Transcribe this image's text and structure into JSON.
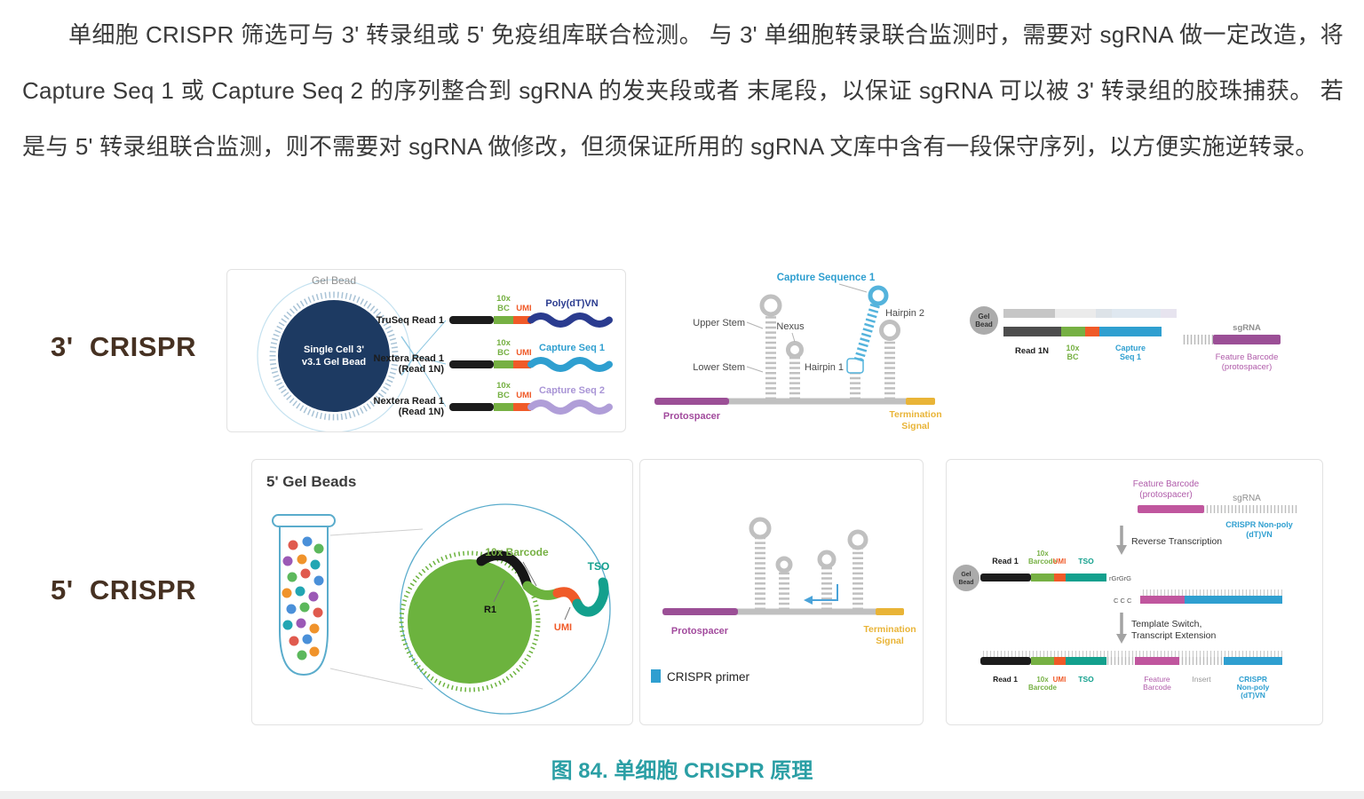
{
  "colors": {
    "accent_green": "#76b043",
    "accent_red": "#f05a28",
    "accent_blue": "#2f9fd0",
    "accent_navy": "#2a3b8f",
    "accent_purple": "#9b4f96",
    "accent_magenta": "#c0569e",
    "accent_lavender": "#a995d6",
    "accent_teal": "#13a08d",
    "accent_yellow": "#e9b437",
    "row_label_brown": "#463122",
    "caption_teal": "#2b9fa5"
  },
  "intro": {
    "paragraph": "单细胞 CRISPR 筛选可与 3' 转录组或 5' 免疫组库联合检测。 与 3' 单细胞转录联合监测时，需要对 sgRNA 做一定改造，将 Capture Seq 1 或 Capture Seq 2 的序列整合到 sgRNA 的发夹段或者 末尾段，以保证 sgRNA 可以被 3' 转录组的胶珠捕获。 若是与 5' 转录组联合监测，则不需要对 sgRNA 做修改，但须保证所用的 sgRNA 文库中含有一段保守序列，以方便实施逆转录。"
  },
  "caption": {
    "text": "图 84. 单细胞 CRISPR 原理"
  },
  "three_prime": {
    "row_label": "3'  CRISPR",
    "gel_panel": {
      "title": "Gel Bead",
      "bead_line1": "Single Cell 3'",
      "bead_line2": "v3.1 Gel Bead",
      "rows": [
        {
          "name_line1": "TruSeq Read 1",
          "name_line2": "",
          "bc_line1": "10x",
          "bc_line2": "BC",
          "umi": "UMI",
          "tail": "Poly(dT)VN"
        },
        {
          "name_line1": "Nextera Read 1",
          "name_line2": "(Read 1N)",
          "bc_line1": "10x",
          "bc_line2": "BC",
          "umi": "UMI",
          "tail": "Capture Seq 1"
        },
        {
          "name_line1": "Nextera Read 1",
          "name_line2": "(Read 1N)",
          "bc_line1": "10x",
          "bc_line2": "BC",
          "umi": "UMI",
          "tail": "Capture Seq 2"
        }
      ]
    },
    "structure_panel": {
      "capture_sequence": "Capture Sequence 1",
      "upper_stem": "Upper Stem",
      "lower_stem": "Lower Stem",
      "nexus": "Nexus",
      "hairpin1": "Hairpin 1",
      "hairpin2": "Hairpin 2",
      "protospacer": "Protospacer",
      "termination_line1": "Termination",
      "termination_line2": "Signal"
    },
    "capture_panel": {
      "bead_line1": "Gel",
      "bead_line2": "Bead",
      "read": "Read 1N",
      "bc_line1": "10x",
      "bc_line2": "BC",
      "capture_line1": "Capture",
      "capture_line2": "Seq 1",
      "sgrna": "sgRNA",
      "feature_line1": "Feature Barcode",
      "feature_line2": "(protospacer)"
    }
  },
  "five_prime": {
    "row_label": "5'  CRISPR",
    "beads_panel": {
      "title": "5' Gel Beads",
      "barcode": "10x Barcode",
      "tso": "TSO",
      "r1": "R1",
      "umi": "UMI"
    },
    "structure_panel": {
      "protospacer": "Protospacer",
      "termination_line1": "Termination",
      "termination_line2": "Signal",
      "legend": "CRISPR primer"
    },
    "workflow_panel": {
      "feature_line1": "Feature Barcode",
      "feature_line2": "(protospacer)",
      "sgrna": "sgRNA",
      "nonpoly_line1": "CRISPR Non-poly",
      "nonpoly_line2": "(dT)VN",
      "step1": "Reverse Transcription",
      "bead_line1": "Gel",
      "bead_line2": "Bead",
      "read1": "Read 1",
      "bc_line1": "10x",
      "bc_line2": "Barcode",
      "umi": "UMI",
      "tso": "TSO",
      "rgrgrg": "rGrGrG",
      "ccc": "C C C",
      "step2_line1": "Template Switch,",
      "step2_line2": "Transcript Extension",
      "final": {
        "read1": "Read 1",
        "bc_line1": "10x",
        "bc_line2": "Barcode",
        "umi": "UMI",
        "tso": "TSO",
        "feature_line1": "Feature",
        "feature_line2": "Barcode",
        "insert": "Insert",
        "nonpoly_line1": "CRISPR",
        "nonpoly_line2": "Non-poly",
        "nonpoly_line3": "(dT)VN"
      }
    }
  }
}
